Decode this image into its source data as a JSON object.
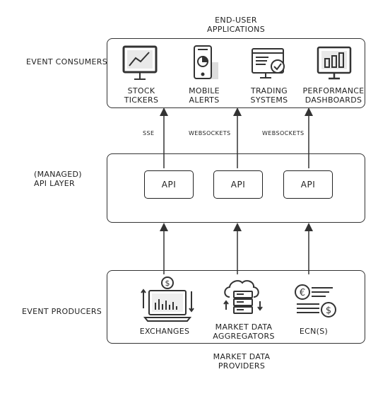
{
  "titles": {
    "end_user_apps": [
      "END-USER",
      "APPLICATIONS"
    ],
    "market_data_providers": [
      "MARKET DATA",
      "PROVIDERS"
    ]
  },
  "side_labels": {
    "event_consumers": "EVENT CONSUMERS",
    "api_layer": [
      "(MANAGED)",
      "API LAYER"
    ],
    "event_producers": "EVENT PRODUCERS"
  },
  "consumers": [
    {
      "icon": "stock-chart-monitor-icon",
      "lines": [
        "STOCK",
        "TICKERS"
      ]
    },
    {
      "icon": "mobile-phone-pie-chart-icon",
      "lines": [
        "MOBILE",
        "ALERTS"
      ]
    },
    {
      "icon": "trading-system-monitor-icon",
      "lines": [
        "TRADING",
        "SYSTEMS"
      ]
    },
    {
      "icon": "dashboard-bar-chart-monitor-icon",
      "lines": [
        "PERFORMANCE",
        "DASHBOARDS"
      ]
    }
  ],
  "protocols": [
    "SSE",
    "WEBSOCKETS",
    "WEBSOCKETS"
  ],
  "apis": [
    "API",
    "API",
    "API"
  ],
  "producers": [
    {
      "icon": "exchange-laptop-icon",
      "lines": [
        "EXCHANGES"
      ]
    },
    {
      "icon": "cloud-server-icon",
      "lines": [
        "MARKET DATA",
        "AGGREGATORS"
      ]
    },
    {
      "icon": "euro-dollar-coins-icon",
      "lines": [
        "ECN(S)"
      ]
    }
  ]
}
